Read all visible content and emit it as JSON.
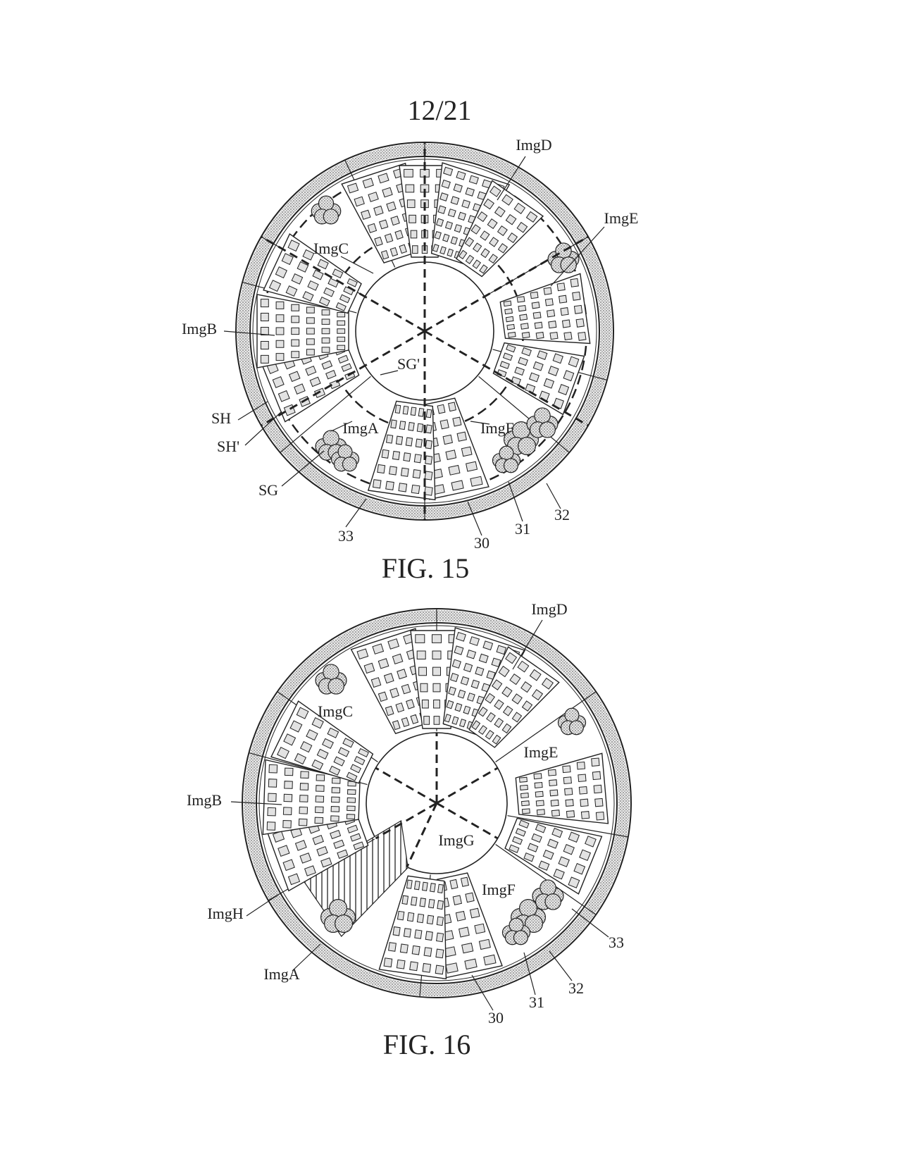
{
  "sheet": {
    "page_number": "12/21",
    "colors": {
      "ink": "#222222",
      "stipple": "#cfcfcf",
      "tree": "#bdbdbd",
      "window": "#e2e2e2",
      "paper": "#ffffff"
    }
  },
  "figure15": {
    "caption": "FIG. 15",
    "labels": {
      "imgD": "ImgD",
      "imgE": "ImgE",
      "imgC": "ImgC",
      "imgB": "ImgB",
      "sgPrime": "SG'",
      "sh": "SH",
      "shPrime": "SH'",
      "imgA": "ImgA",
      "imgF": "ImgF",
      "sg": "SG",
      "r33": "33",
      "r30": "30",
      "r31": "31",
      "r32": "32"
    }
  },
  "figure16": {
    "caption": "FIG. 16",
    "labels": {
      "imgD": "ImgD",
      "imgC": "ImgC",
      "imgE": "ImgE",
      "imgB": "ImgB",
      "imgG": "ImgG",
      "imgF": "ImgF",
      "imgH": "ImgH",
      "r33": "33",
      "imgA": "ImgA",
      "r32": "32",
      "r31": "31",
      "r30": "30"
    }
  }
}
